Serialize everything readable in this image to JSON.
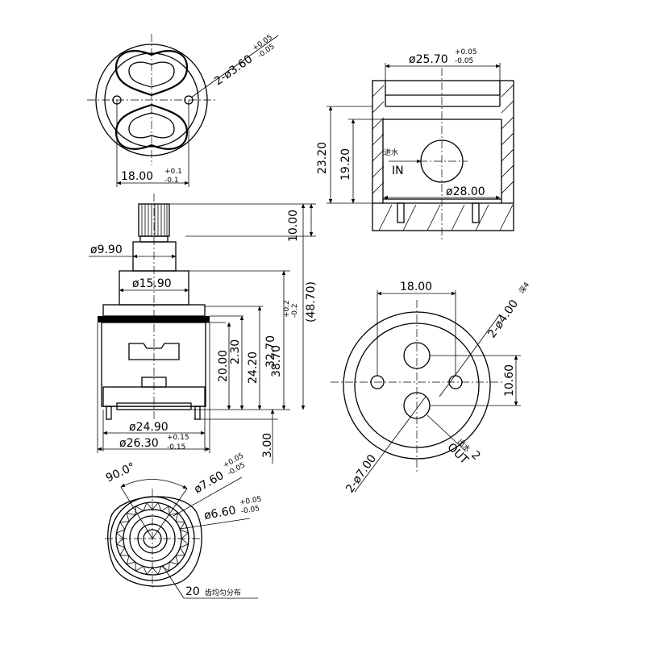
{
  "top_view": {
    "hole_dim": "2-ø3.60",
    "hole_tol_upper": "+0.05",
    "hole_tol_lower": "-0.05",
    "width_dim": "18.00",
    "width_tol_upper": "+0.1",
    "width_tol_lower": "-0.1"
  },
  "section_view": {
    "top_dim": "ø25.70",
    "top_tol_upper": "+0.05",
    "top_tol_lower": "-0.05",
    "height_outer": "23.20",
    "height_inner": "19.20",
    "inlet_cn": "进水",
    "inlet_en": "IN",
    "inner_diameter": "ø28.00"
  },
  "side_view": {
    "stem_height": "10.00",
    "stem_diameter": "ø9.90",
    "collar_diameter": "ø15.90",
    "body_height": "38.70",
    "body_tol_upper": "+0.2",
    "body_tol_lower": "-0.2",
    "overall_height": "(48.70)",
    "dim_20": "20.00",
    "dim_2_30": "2.30",
    "dim_24_20": "24.20",
    "dim_32_70": "32.70",
    "base_diameter": "ø24.90",
    "outer_diameter": "ø26.30",
    "outer_tol_upper": "+0.15",
    "outer_tol_lower": "-0.15",
    "pin_height": "3.00"
  },
  "bottom_view": {
    "spacing_dim": "18.00",
    "pin_hole_dim": "2-ø4.00",
    "pin_hole_note": "深4",
    "offset_dim": "10.60",
    "port_dim": "2-ø7.00",
    "outlet_cn": "出水",
    "outlet_en": "OUT",
    "outlet_count": "2"
  },
  "spline_view": {
    "angle": "90.0°",
    "outer_dim": "ø7.60",
    "outer_tol_upper": "+0.05",
    "outer_tol_lower": "-0.05",
    "inner_dim": "ø6.60",
    "inner_tol_upper": "+0.05",
    "inner_tol_lower": "-0.05",
    "teeth_count": "20",
    "teeth_note": "齿均匀分布"
  }
}
